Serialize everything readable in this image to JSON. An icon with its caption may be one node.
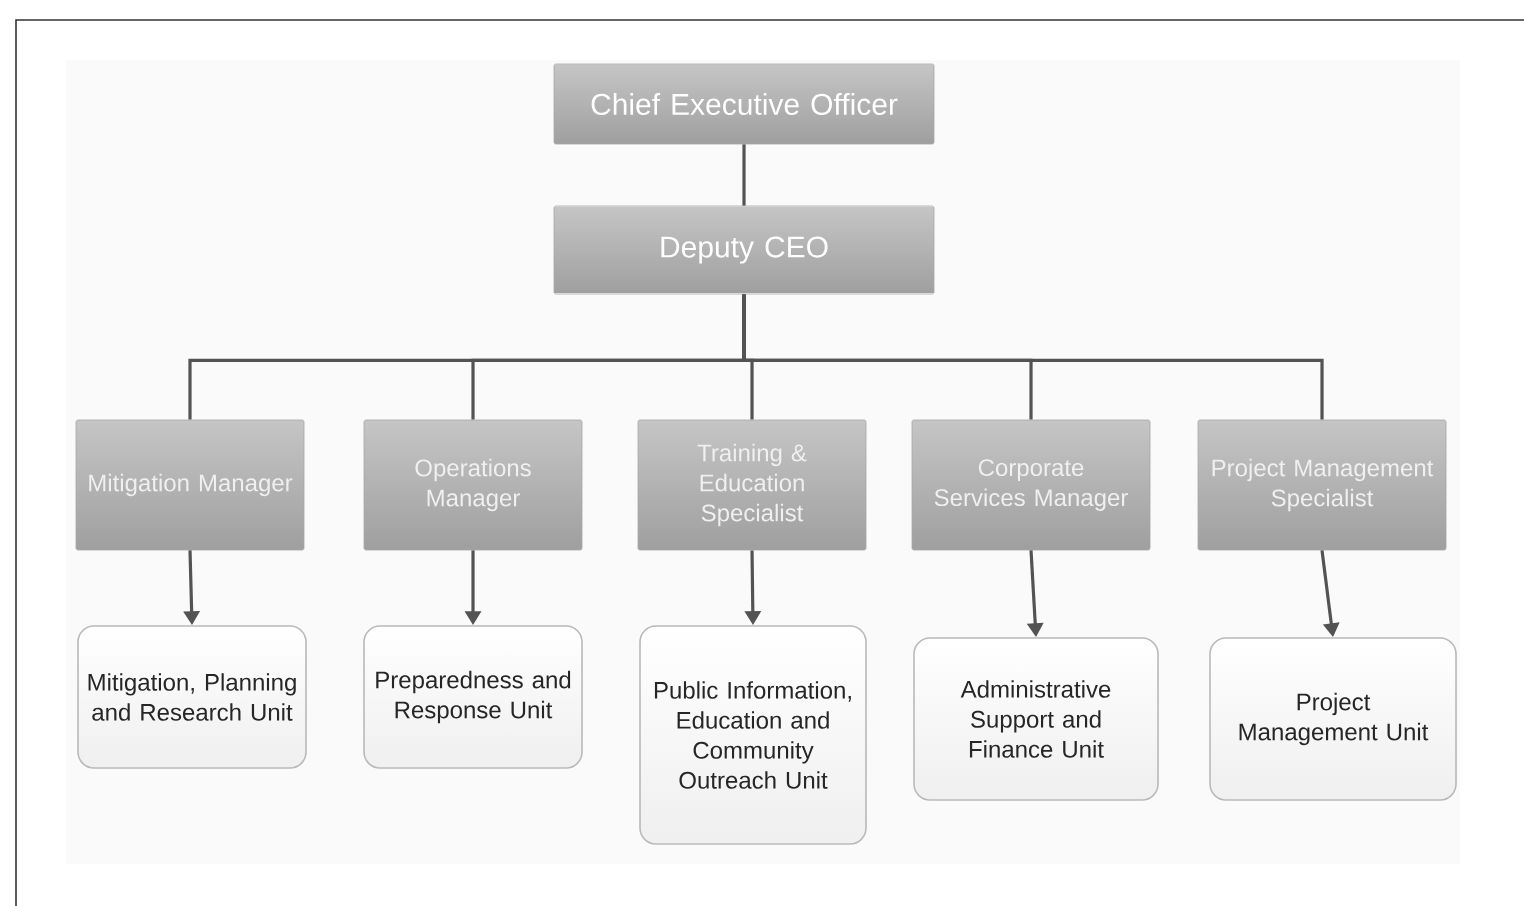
{
  "diagram": {
    "nodes": [
      {
        "text": [
          "Chief Executive Officer"
        ]
      },
      {
        "text": [
          "Deputy CEO"
        ]
      },
      {
        "text": [
          "Mitigation Manager"
        ]
      },
      {
        "text": [
          "Operations Manager"
        ]
      },
      {
        "text": [
          "Training & Education Specialist"
        ]
      },
      {
        "text": [
          "Corporate Services Manager"
        ]
      },
      {
        "text": [
          "Project Management Specialist"
        ]
      },
      {
        "text": [
          "Mitigation, Planning and Research Unit"
        ]
      },
      {
        "text": [
          "Preparedness and Response Unit"
        ]
      },
      {
        "text": [
          "Public Information, Education and Community Outreach Unit"
        ]
      },
      {
        "text": [
          "Administrative Support and Finance Unit"
        ]
      },
      {
        "text": [
          "Project Management Unit"
        ]
      }
    ],
    "edges": [
      {
        "from": 0,
        "to": 1,
        "arrow": "none"
      },
      {
        "from": 1,
        "to": 2,
        "arrow": "none"
      },
      {
        "from": 1,
        "to": 3,
        "arrow": "none"
      },
      {
        "from": 1,
        "to": 4,
        "arrow": "none"
      },
      {
        "from": 1,
        "to": 5,
        "arrow": "none"
      },
      {
        "from": 1,
        "to": 6,
        "arrow": "none"
      },
      {
        "from": 2,
        "to": 7,
        "arrow": "to"
      },
      {
        "from": 3,
        "to": 8,
        "arrow": "to"
      },
      {
        "from": 4,
        "to": 9,
        "arrow": "to"
      },
      {
        "from": 5,
        "to": 10,
        "arrow": "to"
      },
      {
        "from": 6,
        "to": 11,
        "arrow": "to"
      }
    ]
  }
}
